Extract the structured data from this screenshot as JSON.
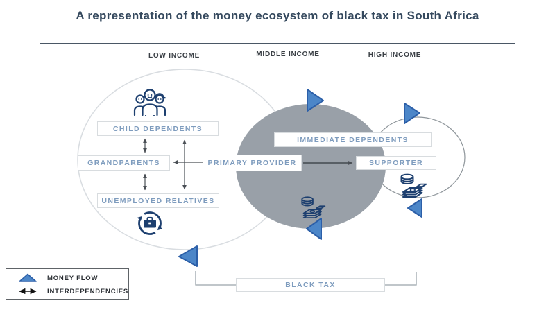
{
  "title": "A representation of the money ecosystem of black tax in South Africa",
  "columns": {
    "low": "LOW INCOME",
    "middle": "MIDDLE INCOME",
    "high": "HIGH INCOME"
  },
  "nodes": {
    "child_dependents": "CHILD DEPENDENTS",
    "grandparents": "GRANDPARENTS",
    "unemployed_relatives": "UNEMPLOYED RELATIVES",
    "primary_provider": "PRIMARY PROVIDER",
    "immediate_dependents": "IMMEDIATE DEPENDENTS",
    "supporter": "SUPPORTER",
    "black_tax": "BLACK TAX"
  },
  "legend": {
    "money_flow": "MONEY FLOW",
    "interdependencies": "INTERDEPENDENCIES"
  },
  "icons": {
    "family_group": "family-group-icon",
    "no_work": "no-work-icon",
    "money_stack": "money-stack-icon"
  },
  "colors": {
    "accent_blue": "#4c86c8",
    "accent_blue_border": "#2c5fa8",
    "icon_navy": "#1d3f6f",
    "middle_circle_gray": "#99a0a8",
    "box_text_blue": "#7e9cbe",
    "title_text": "#35495e"
  }
}
